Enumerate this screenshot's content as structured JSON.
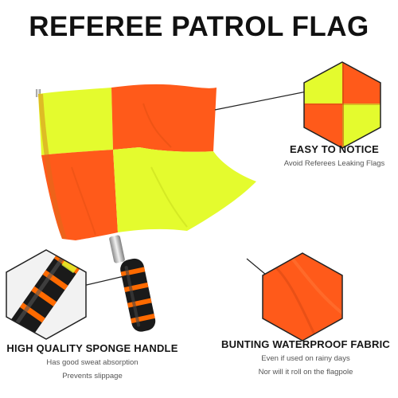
{
  "title": "REFEREE PATROL FLAG",
  "features": {
    "notice": {
      "heading": "EASY TO NOTICE",
      "lines": [
        "Avoid Referees Leaking Flags"
      ]
    },
    "handle": {
      "heading": "HIGH QUALITY SPONGE HANDLE",
      "lines": [
        "Has good sweat absorption",
        "Prevents slippage"
      ]
    },
    "fabric": {
      "heading": "BUNTING WATERPROOF FABRIC",
      "lines": [
        "Even if used on rainy days",
        "Nor will it roll on the flagpole"
      ]
    }
  },
  "colors": {
    "flag_orange": "#ff5a1a",
    "flag_yellow": "#e4fb2e",
    "handle_black": "#1a1a1a",
    "handle_orange": "#ff6a00",
    "pole": "#c8c8c8"
  },
  "icons": [
    "hexagon-zoom-checker",
    "hexagon-zoom-handle",
    "hexagon-zoom-fabric"
  ]
}
